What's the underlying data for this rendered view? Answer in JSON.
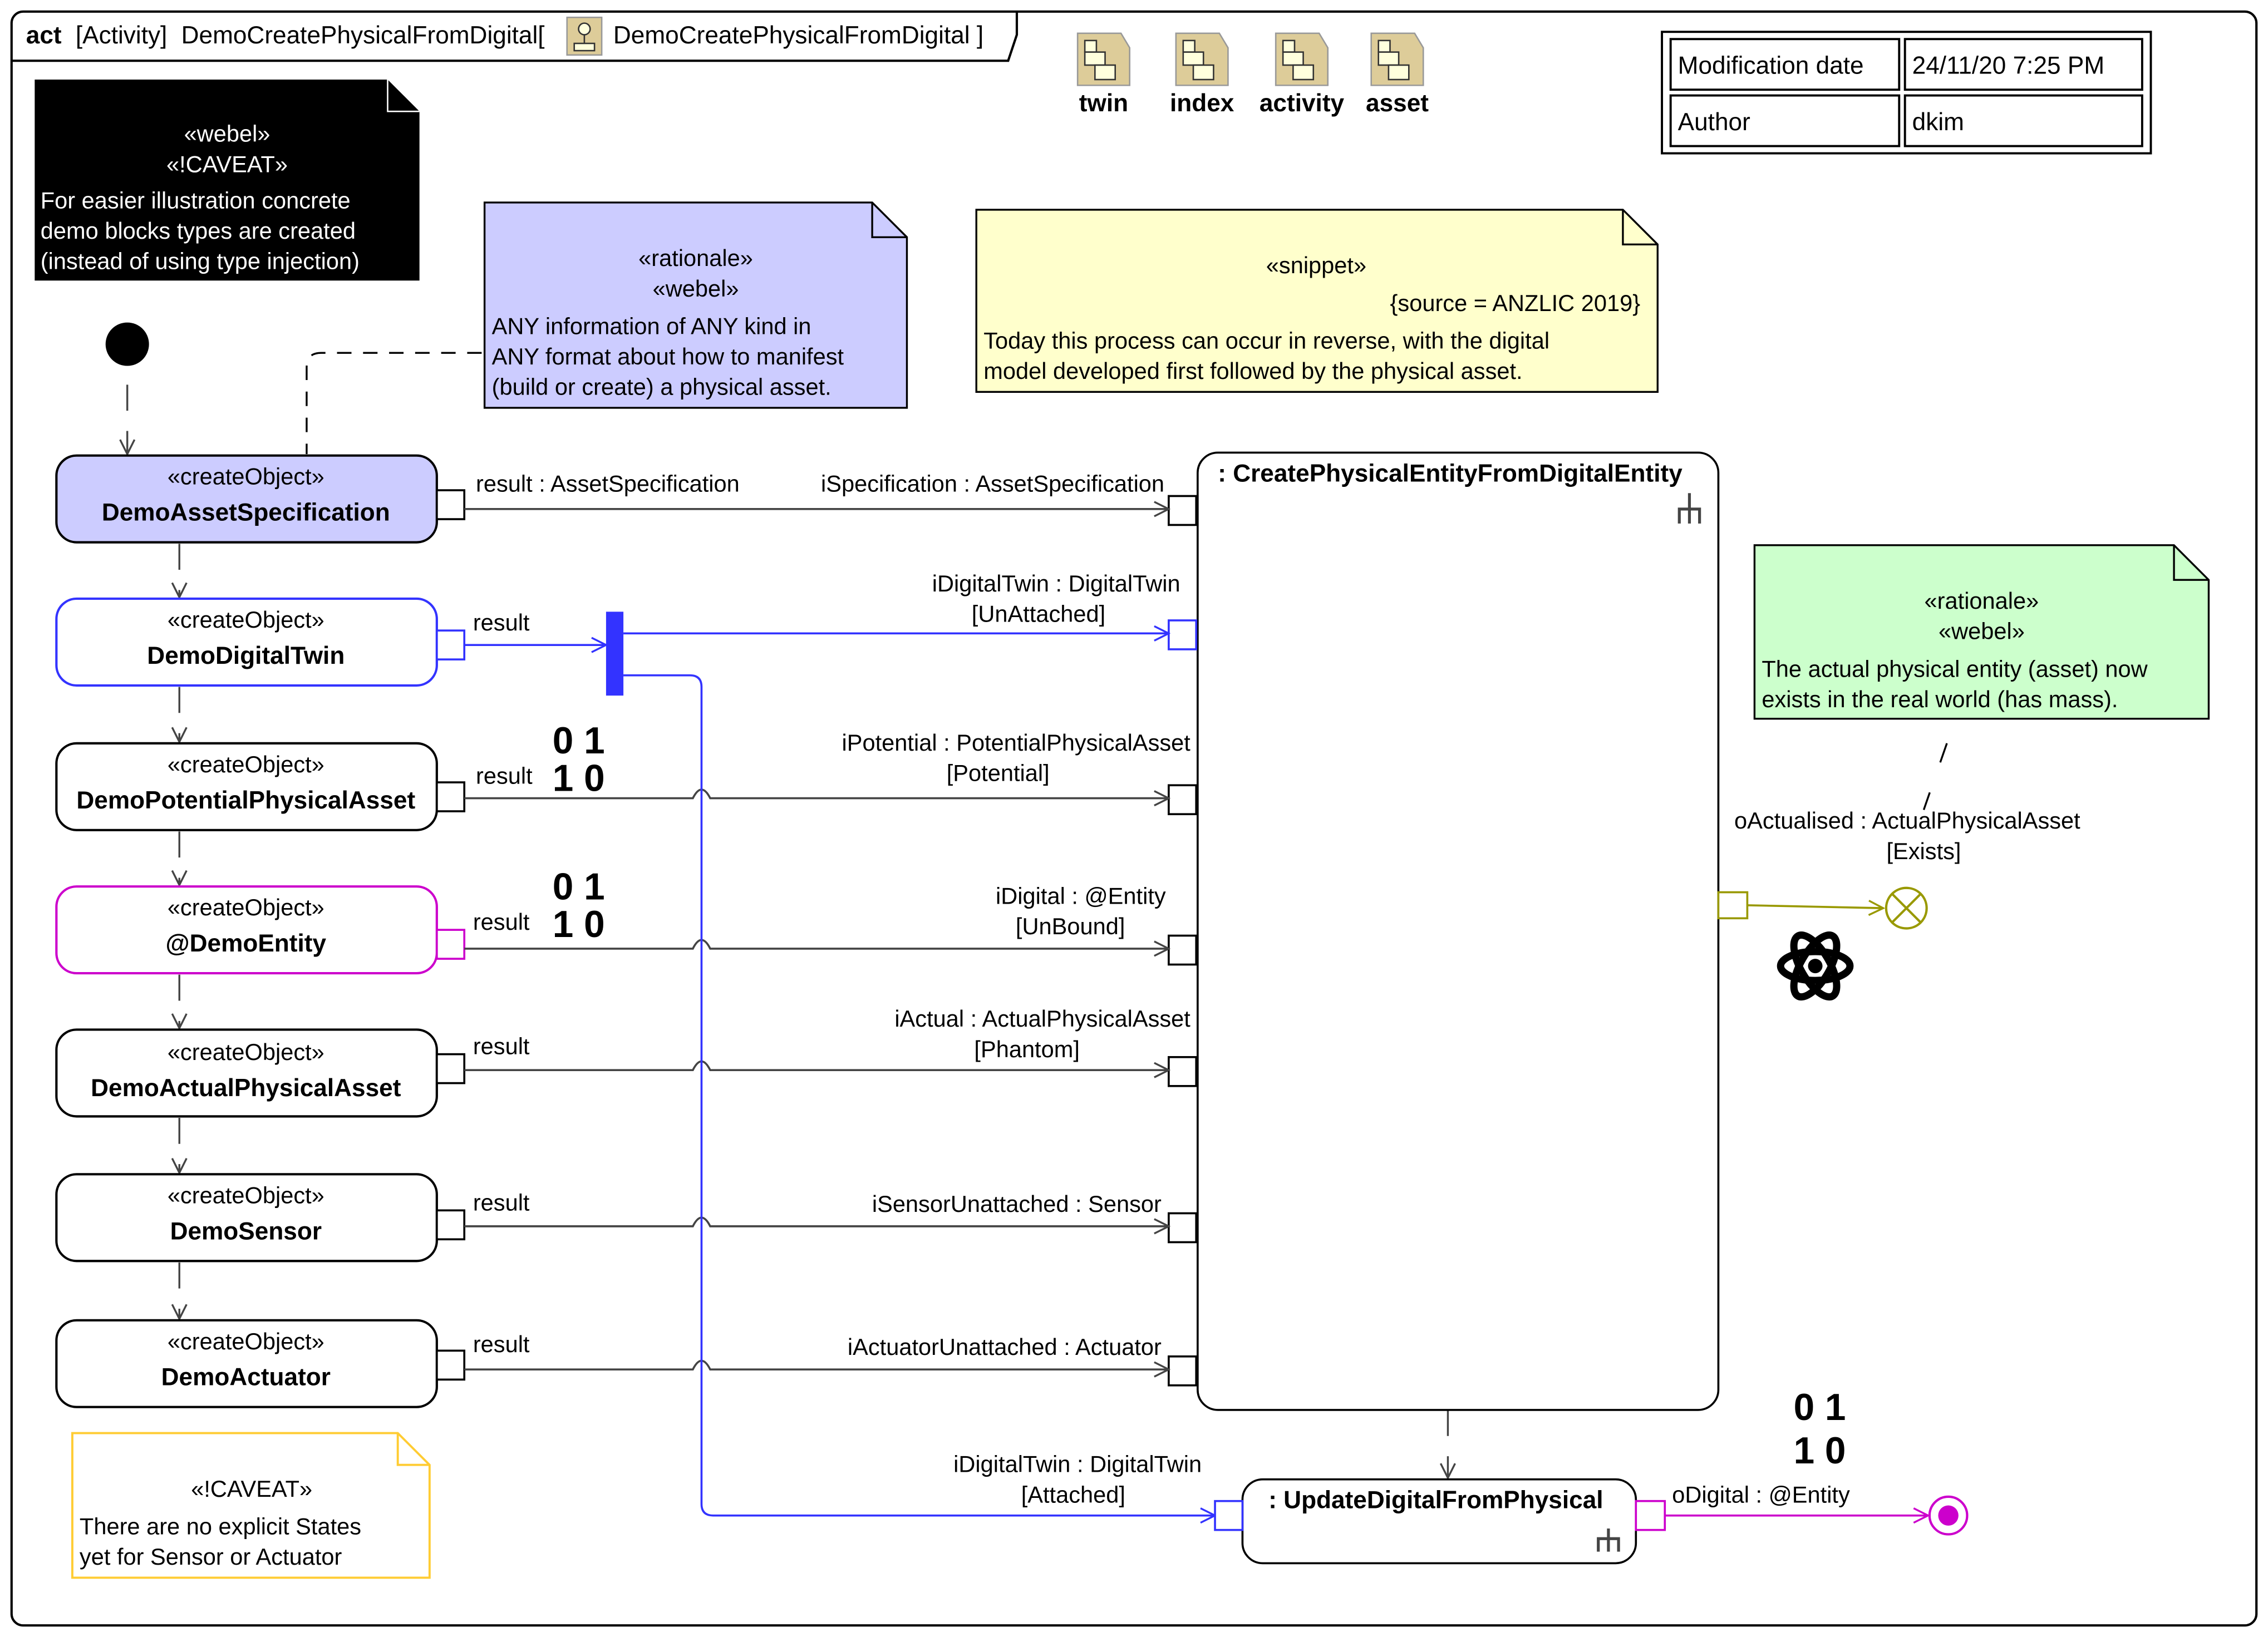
{
  "frame": {
    "keyword": "act",
    "kind": "[Activity]",
    "name": "DemoCreatePhysicalFromDigital[",
    "behavior": "DemoCreatePhysicalFromDigital ]"
  },
  "packages": [
    {
      "label": "twin",
      "icon": "package-icon"
    },
    {
      "label": "index",
      "icon": "package-icon"
    },
    {
      "label": "activity",
      "icon": "package-icon"
    },
    {
      "label": "asset",
      "icon": "package-icon"
    }
  ],
  "info_table": {
    "rows": [
      {
        "key": "Modification date",
        "value": "24/11/20 7:25 PM"
      },
      {
        "key": "Author",
        "value": "dkim"
      }
    ]
  },
  "notes": {
    "caveat_black": {
      "stereotypes": [
        "«webel»",
        "«!CAVEAT»"
      ],
      "lines": [
        "For easier illustration concrete",
        "demo blocks types are created",
        "(instead of using type injection)"
      ],
      "fill": "#000000"
    },
    "rationale_blue": {
      "stereotypes": [
        "«rationale»",
        "«webel»"
      ],
      "lines": [
        "ANY information of ANY kind in",
        "ANY format about how to manifest",
        "(build or create) a physical asset."
      ],
      "fill": "#ccccff"
    },
    "snippet": {
      "stereotype": "«snippet»",
      "tag": "{source = ANZLIC 2019}",
      "lines": [
        "Today this process can occur in reverse, with the digital",
        "model developed first followed by the physical asset."
      ],
      "fill": "#ffffcc"
    },
    "rationale_green": {
      "stereotypes": [
        "«rationale»",
        "«webel»"
      ],
      "lines": [
        "The actual physical entity (asset) now",
        "exists in the real world (has mass)."
      ],
      "fill": "#ccffcc"
    },
    "caveat_yellow": {
      "stereotype": "«!CAVEAT»",
      "lines": [
        "There are no explicit States",
        "yet for Sensor or Actuator"
      ],
      "border": "#ffcc33"
    }
  },
  "actions": [
    {
      "stereotype": "«createObject»",
      "name": "DemoAssetSpecification",
      "pin_label": "result : AssetSpecification",
      "color": "#000000",
      "fill": "#ccccff"
    },
    {
      "stereotype": "«createObject»",
      "name": "DemoDigitalTwin",
      "pin_label": "result",
      "color": "#3333ff",
      "fill": "#ffffff"
    },
    {
      "stereotype": "«createObject»",
      "name": "DemoPotentialPhysicalAsset",
      "pin_label": "result",
      "color": "#000000",
      "fill": "#ffffff",
      "binary": [
        "0 1",
        "1 0"
      ]
    },
    {
      "stereotype": "«createObject»",
      "name": "@DemoEntity",
      "pin_label": "result",
      "color": "#cc00cc",
      "fill": "#ffffff",
      "binary": [
        "0 1",
        "1 0"
      ]
    },
    {
      "stereotype": "«createObject»",
      "name": "DemoActualPhysicalAsset",
      "pin_label": "result",
      "color": "#000000",
      "fill": "#ffffff"
    },
    {
      "stereotype": "«createObject»",
      "name": "DemoSensor",
      "pin_label": "result",
      "color": "#000000",
      "fill": "#ffffff"
    },
    {
      "stereotype": "«createObject»",
      "name": "DemoActuator",
      "pin_label": "result",
      "color": "#000000",
      "fill": "#ffffff"
    }
  ],
  "call_create": {
    "name": ": CreatePhysicalEntityFromDigitalEntity",
    "pins": [
      {
        "label": "iSpecification : AssetSpecification",
        "state": ""
      },
      {
        "label": "iDigitalTwin : DigitalTwin",
        "state": "[UnAttached]"
      },
      {
        "label": "iPotential : PotentialPhysicalAsset",
        "state": "[Potential]"
      },
      {
        "label": "iDigital : @Entity",
        "state": "[UnBound]"
      },
      {
        "label": "iActual : ActualPhysicalAsset",
        "state": "[Phantom]"
      },
      {
        "label": "iSensorUnattached : Sensor",
        "state": ""
      },
      {
        "label": "iActuatorUnattached : Actuator",
        "state": ""
      }
    ],
    "output": {
      "label": "oActualised : ActualPhysicalAsset",
      "state": "[Exists]",
      "color": "#999900"
    }
  },
  "call_update": {
    "name": ": UpdateDigitalFromPhysical",
    "input": {
      "label": "iDigitalTwin : DigitalTwin",
      "state": "[Attached]",
      "color": "#3333ff"
    },
    "output": {
      "label": "oDigital : @Entity",
      "color": "#cc00cc"
    },
    "binary": [
      "0 1",
      "1 0"
    ]
  },
  "colors": {
    "digital_twin_flow": "#3333ff",
    "entity_flow": "#cc00cc",
    "physical_flow": "#999900",
    "package_fill": "#ddcc99"
  }
}
